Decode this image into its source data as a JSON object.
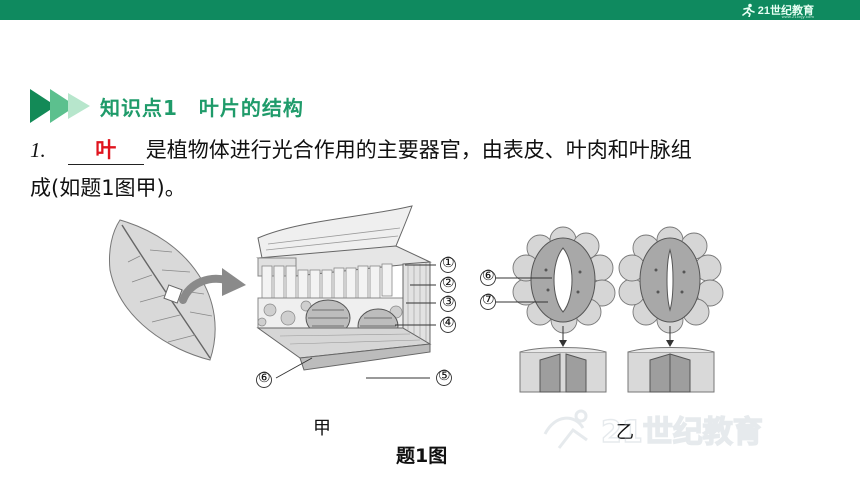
{
  "header": {
    "logo_text": "21世纪教育",
    "logo_sub": "www.21cnjy.com"
  },
  "section": {
    "title": "知识点1　叶片的结构"
  },
  "question": {
    "number": "1.",
    "answer": "叶",
    "text_after_blank": "是植物体进行光合作用的主要器官，由表皮、叶肉和叶脉组",
    "text_line2": "成(如题1图甲)。"
  },
  "figure": {
    "labels_left": [
      "①",
      "②",
      "③",
      "④",
      "⑥",
      "⑤"
    ],
    "labels_right": [
      "⑥",
      "⑦"
    ],
    "panel_left_label": "甲",
    "panel_right_label": "乙",
    "caption": "题1图"
  },
  "watermark": {
    "text": "21世纪教育"
  },
  "colors": {
    "header_bar": "#0f8a5f",
    "section_title": "#1f9b6a",
    "answer": "#e0141e"
  }
}
